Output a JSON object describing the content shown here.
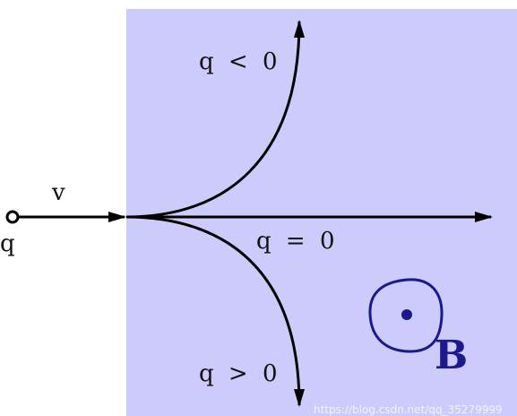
{
  "labels": {
    "velocity": "v",
    "charge": "q",
    "q_negative": "q < 0",
    "q_zero": "q = 0",
    "q_positive": "q > 0",
    "field": "B"
  },
  "watermark": "https://blog.csdn.net/qq_35279999",
  "colors": {
    "field_region": "#cccbfc",
    "stroke": "#000000",
    "field_symbol": "#1a1a8c"
  }
}
